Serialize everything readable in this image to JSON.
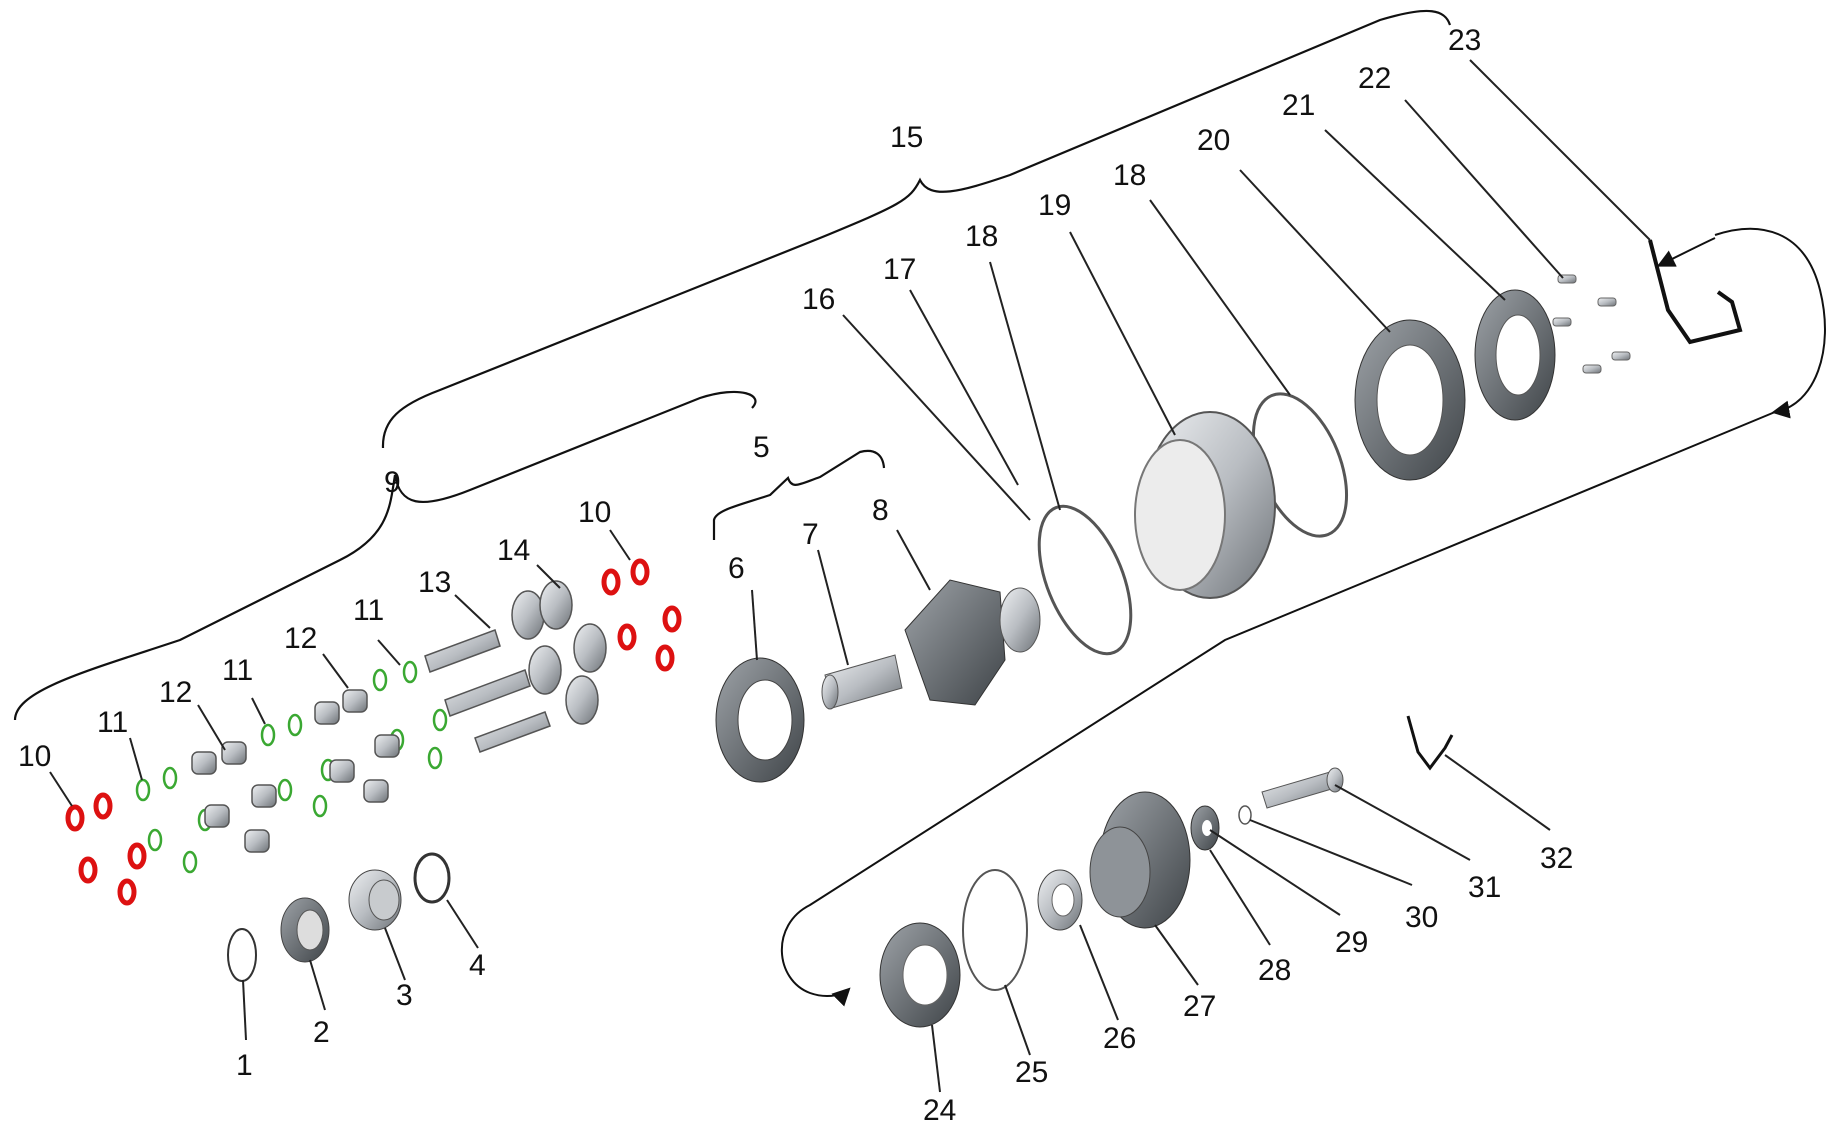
{
  "callouts": [
    "1",
    "2",
    "3",
    "4",
    "5",
    "6",
    "7",
    "8",
    "9",
    "10",
    "11",
    "12",
    "13",
    "14",
    "15",
    "16",
    "17",
    "18",
    "19",
    "20",
    "21",
    "22",
    "23",
    "24",
    "25",
    "26",
    "27",
    "28",
    "29",
    "30",
    "31",
    "32"
  ],
  "colors": {
    "background": "#ffffff",
    "seal_ring_red": "#dd1111",
    "o_ring_green": "#3aa832",
    "metal_light": "#d9dcdf",
    "metal_mid": "#a9adb2",
    "metal_dark": "#5e6368",
    "line": "#111111"
  }
}
